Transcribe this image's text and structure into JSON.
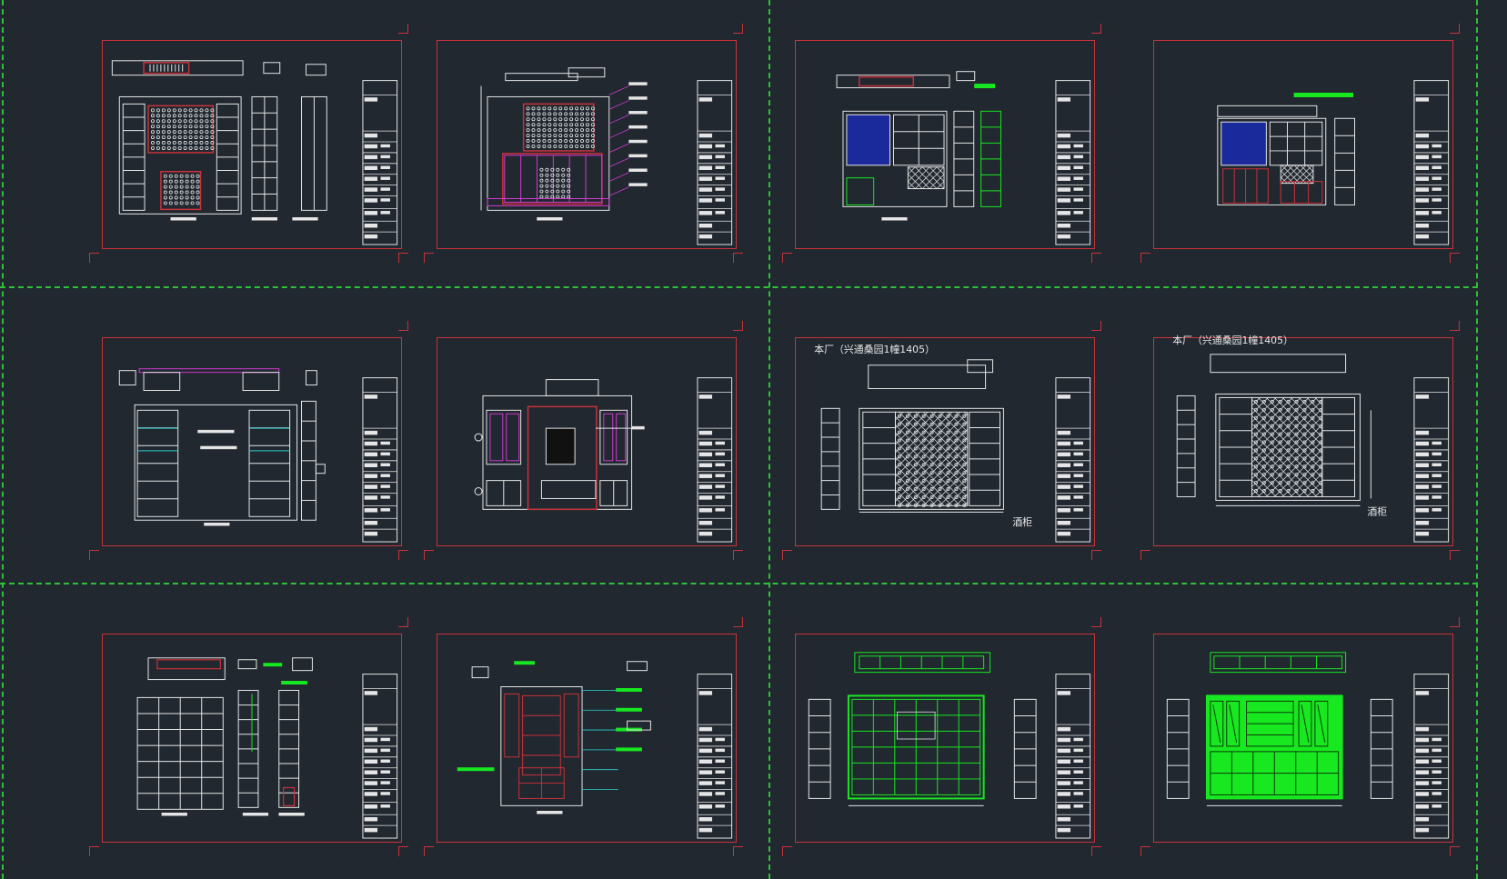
{
  "colors": {
    "background": "#212830",
    "guide": "#2fbf3a",
    "frame": "#c9323a",
    "line": "#e6e6e6",
    "accent_green": "#17e820",
    "accent_magenta": "#d03ad0",
    "accent_cyan": "#2fd0d0",
    "accent_blue": "#1a2a9a"
  },
  "sheets": [
    {
      "style": "wine-rack-red",
      "caption": "",
      "label_tl": ""
    },
    {
      "style": "wine-rack-magenta",
      "caption": "",
      "label_tl": ""
    },
    {
      "style": "blue-panel",
      "caption": "",
      "label_tl": ""
    },
    {
      "style": "blue-panel-red",
      "caption": "",
      "label_tl": ""
    },
    {
      "style": "shelf-magenta",
      "caption": "",
      "label_tl": ""
    },
    {
      "style": "arch-panels",
      "caption": "",
      "label_tl": ""
    },
    {
      "style": "lattice",
      "caption": "酒柜",
      "label_tl": "本厂（兴通桑园1幢1405）"
    },
    {
      "style": "lattice-b",
      "caption": "酒柜",
      "label_tl": "本厂（兴通桑园1幢1405）"
    },
    {
      "style": "shelf-grid",
      "caption": "",
      "label_tl": ""
    },
    {
      "style": "cabinet-cyan",
      "caption": "",
      "label_tl": ""
    },
    {
      "style": "green-grid",
      "caption": "",
      "label_tl": ""
    },
    {
      "style": "green-doors",
      "caption": "",
      "label_tl": ""
    }
  ]
}
